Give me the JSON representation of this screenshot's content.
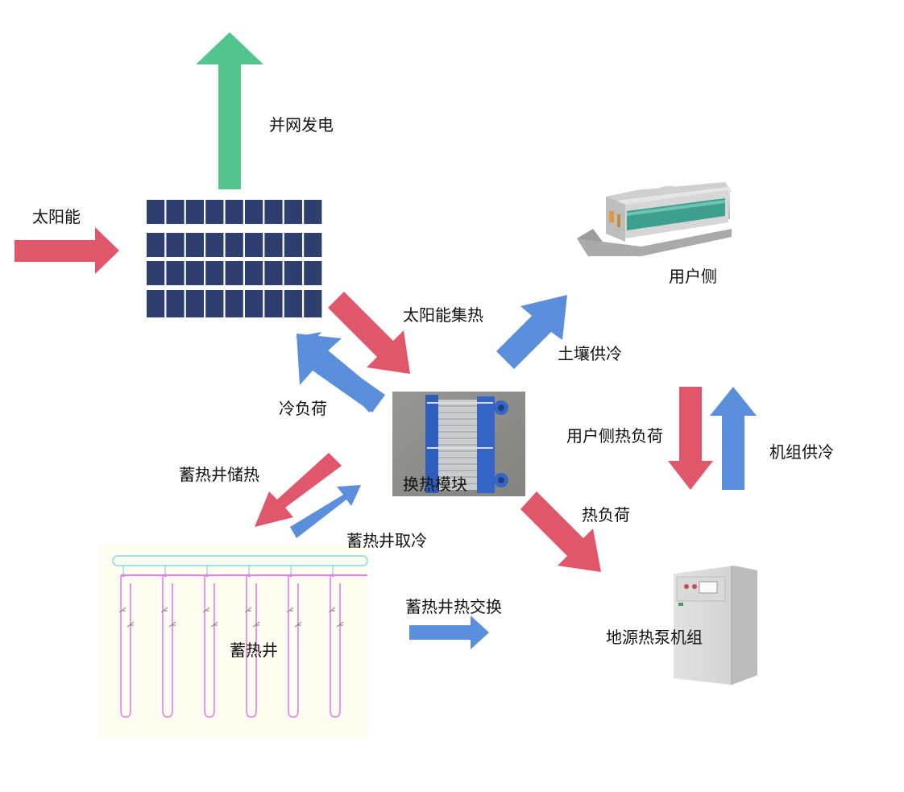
{
  "colors": {
    "red_arrow": "#e0566b",
    "blue_arrow": "#5b8fdc",
    "green_arrow": "#53c48e",
    "solar_panel": "#2e3e6f",
    "borehole_pipe": "#e57ee5",
    "borehole_header": "#7fd9e6",
    "borehole_bg": "#fffdf0"
  },
  "labels": {
    "grid_power": "并网发电",
    "solar_energy": "太阳能",
    "solar_heat_collection": "太阳能集热",
    "cooling_load": "冷负荷",
    "soil_cooling": "土壤供冷",
    "user_side": "用户侧",
    "user_side_heat_load": "用户侧热负荷",
    "unit_cooling": "机组供冷",
    "heat_storage_well_store": "蓄热井储热",
    "heat_storage_well_cold": "蓄热井取冷",
    "heat_exchange_module": "换热模块",
    "heat_load": "热负荷",
    "heat_storage_well_exchange": "蓄热井热交换",
    "heat_storage_well": "蓄热井",
    "ground_source_heat_pump": "地源热泵机组"
  },
  "icons": {
    "solar_panel": "solar-panel-icon",
    "fan_coil": "fan-coil-unit-icon",
    "plate_heat_exchanger": "plate-heat-exchanger-icon",
    "heat_pump_cabinet": "heat-pump-cabinet-icon",
    "borehole_field": "borehole-field-icon"
  }
}
